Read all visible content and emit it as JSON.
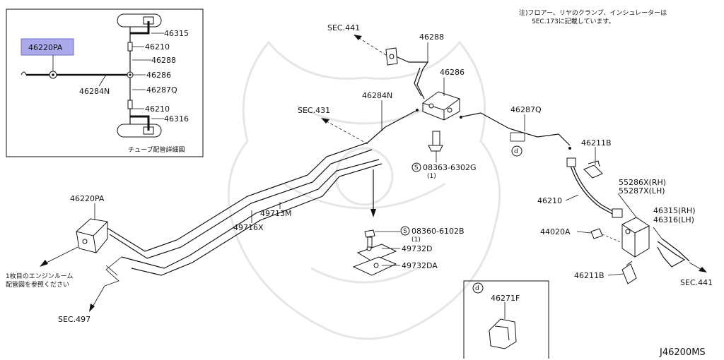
{
  "note": {
    "line1": "注)フロアー、リヤのクランプ、インシュレーターは",
    "line2": "SEC.173に記載しています。"
  },
  "diagram_code": "J46200MS",
  "inset": {
    "caption": "チューブ配管詳細図",
    "highlight_label": "46220PA",
    "labels": [
      "46315",
      "46210",
      "46288",
      "46286",
      "46284N",
      "46287Q",
      "46210",
      "46316"
    ]
  },
  "parts": {
    "p46288": "46288",
    "p46286": "46286",
    "p46284N": "46284N",
    "p46287Q": "46287Q",
    "p46211B_top": "46211B",
    "p55286X": "55286X(RH)",
    "p55287X": "55287X(LH)",
    "p46210": "46210",
    "p46315": "46315(RH)",
    "p46316": "46316(LH)",
    "p44020A": "44020A",
    "p46211B_bottom": "46211B",
    "p46220PA": "46220PA",
    "p49713M": "49713M",
    "p49716X": "49716X",
    "p49732D": "49732D",
    "p49732DA": "49732DA",
    "p46271F": "46271F"
  },
  "bolts": {
    "b1_code": "08363-6302G",
    "b1_qty": "(1)",
    "b2_code": "08360-6102B",
    "b2_qty": "(1)",
    "s_symbol": "S"
  },
  "sections": {
    "sec441_top": "SEC.441",
    "sec431": "SEC.431",
    "sec441_right": "SEC.441",
    "sec497": "SEC.497"
  },
  "engine_note": {
    "line1": "1枚目のエンジンルーム",
    "line2": "配管図を参照ください"
  },
  "detail_marker": "d"
}
